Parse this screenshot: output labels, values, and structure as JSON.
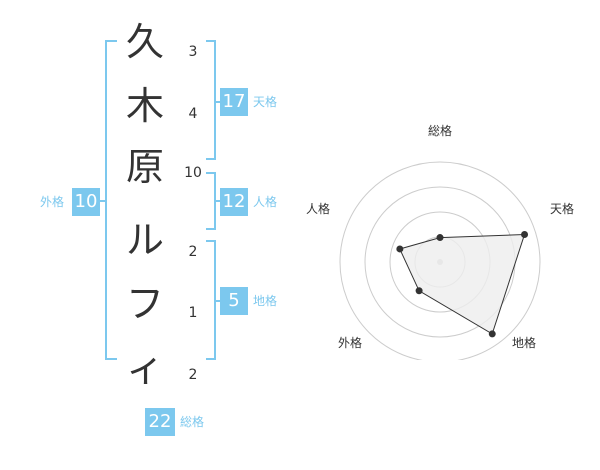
{
  "name_chars": [
    {
      "char": "久",
      "strokes": "3"
    },
    {
      "char": "木",
      "strokes": "4"
    },
    {
      "char": "原",
      "strokes": "10"
    },
    {
      "char": "ル",
      "strokes": "2"
    },
    {
      "char": "フ",
      "strokes": "1"
    },
    {
      "char": "ィ",
      "strokes": "2"
    }
  ],
  "fortunes": {
    "tenkaku": {
      "value": "17",
      "label": "天格"
    },
    "jinkaku": {
      "value": "12",
      "label": "人格"
    },
    "chikaku": {
      "value": "5",
      "label": "地格"
    },
    "gaikaku": {
      "value": "10",
      "label": "外格"
    },
    "soukaku": {
      "value": "22",
      "label": "総格"
    }
  },
  "chart_data": {
    "type": "radar",
    "axes": [
      "総格",
      "天格",
      "地格",
      "外格",
      "人格"
    ],
    "values": [
      1.1,
      4.0,
      4.0,
      1.6,
      1.9
    ],
    "max": 4.5,
    "rings": 4,
    "colors": {
      "fill": "#eeeeee",
      "line": "#333333",
      "grid": "#cccccc"
    }
  },
  "colors": {
    "accent": "#7cc8ee",
    "text": "#333333"
  }
}
